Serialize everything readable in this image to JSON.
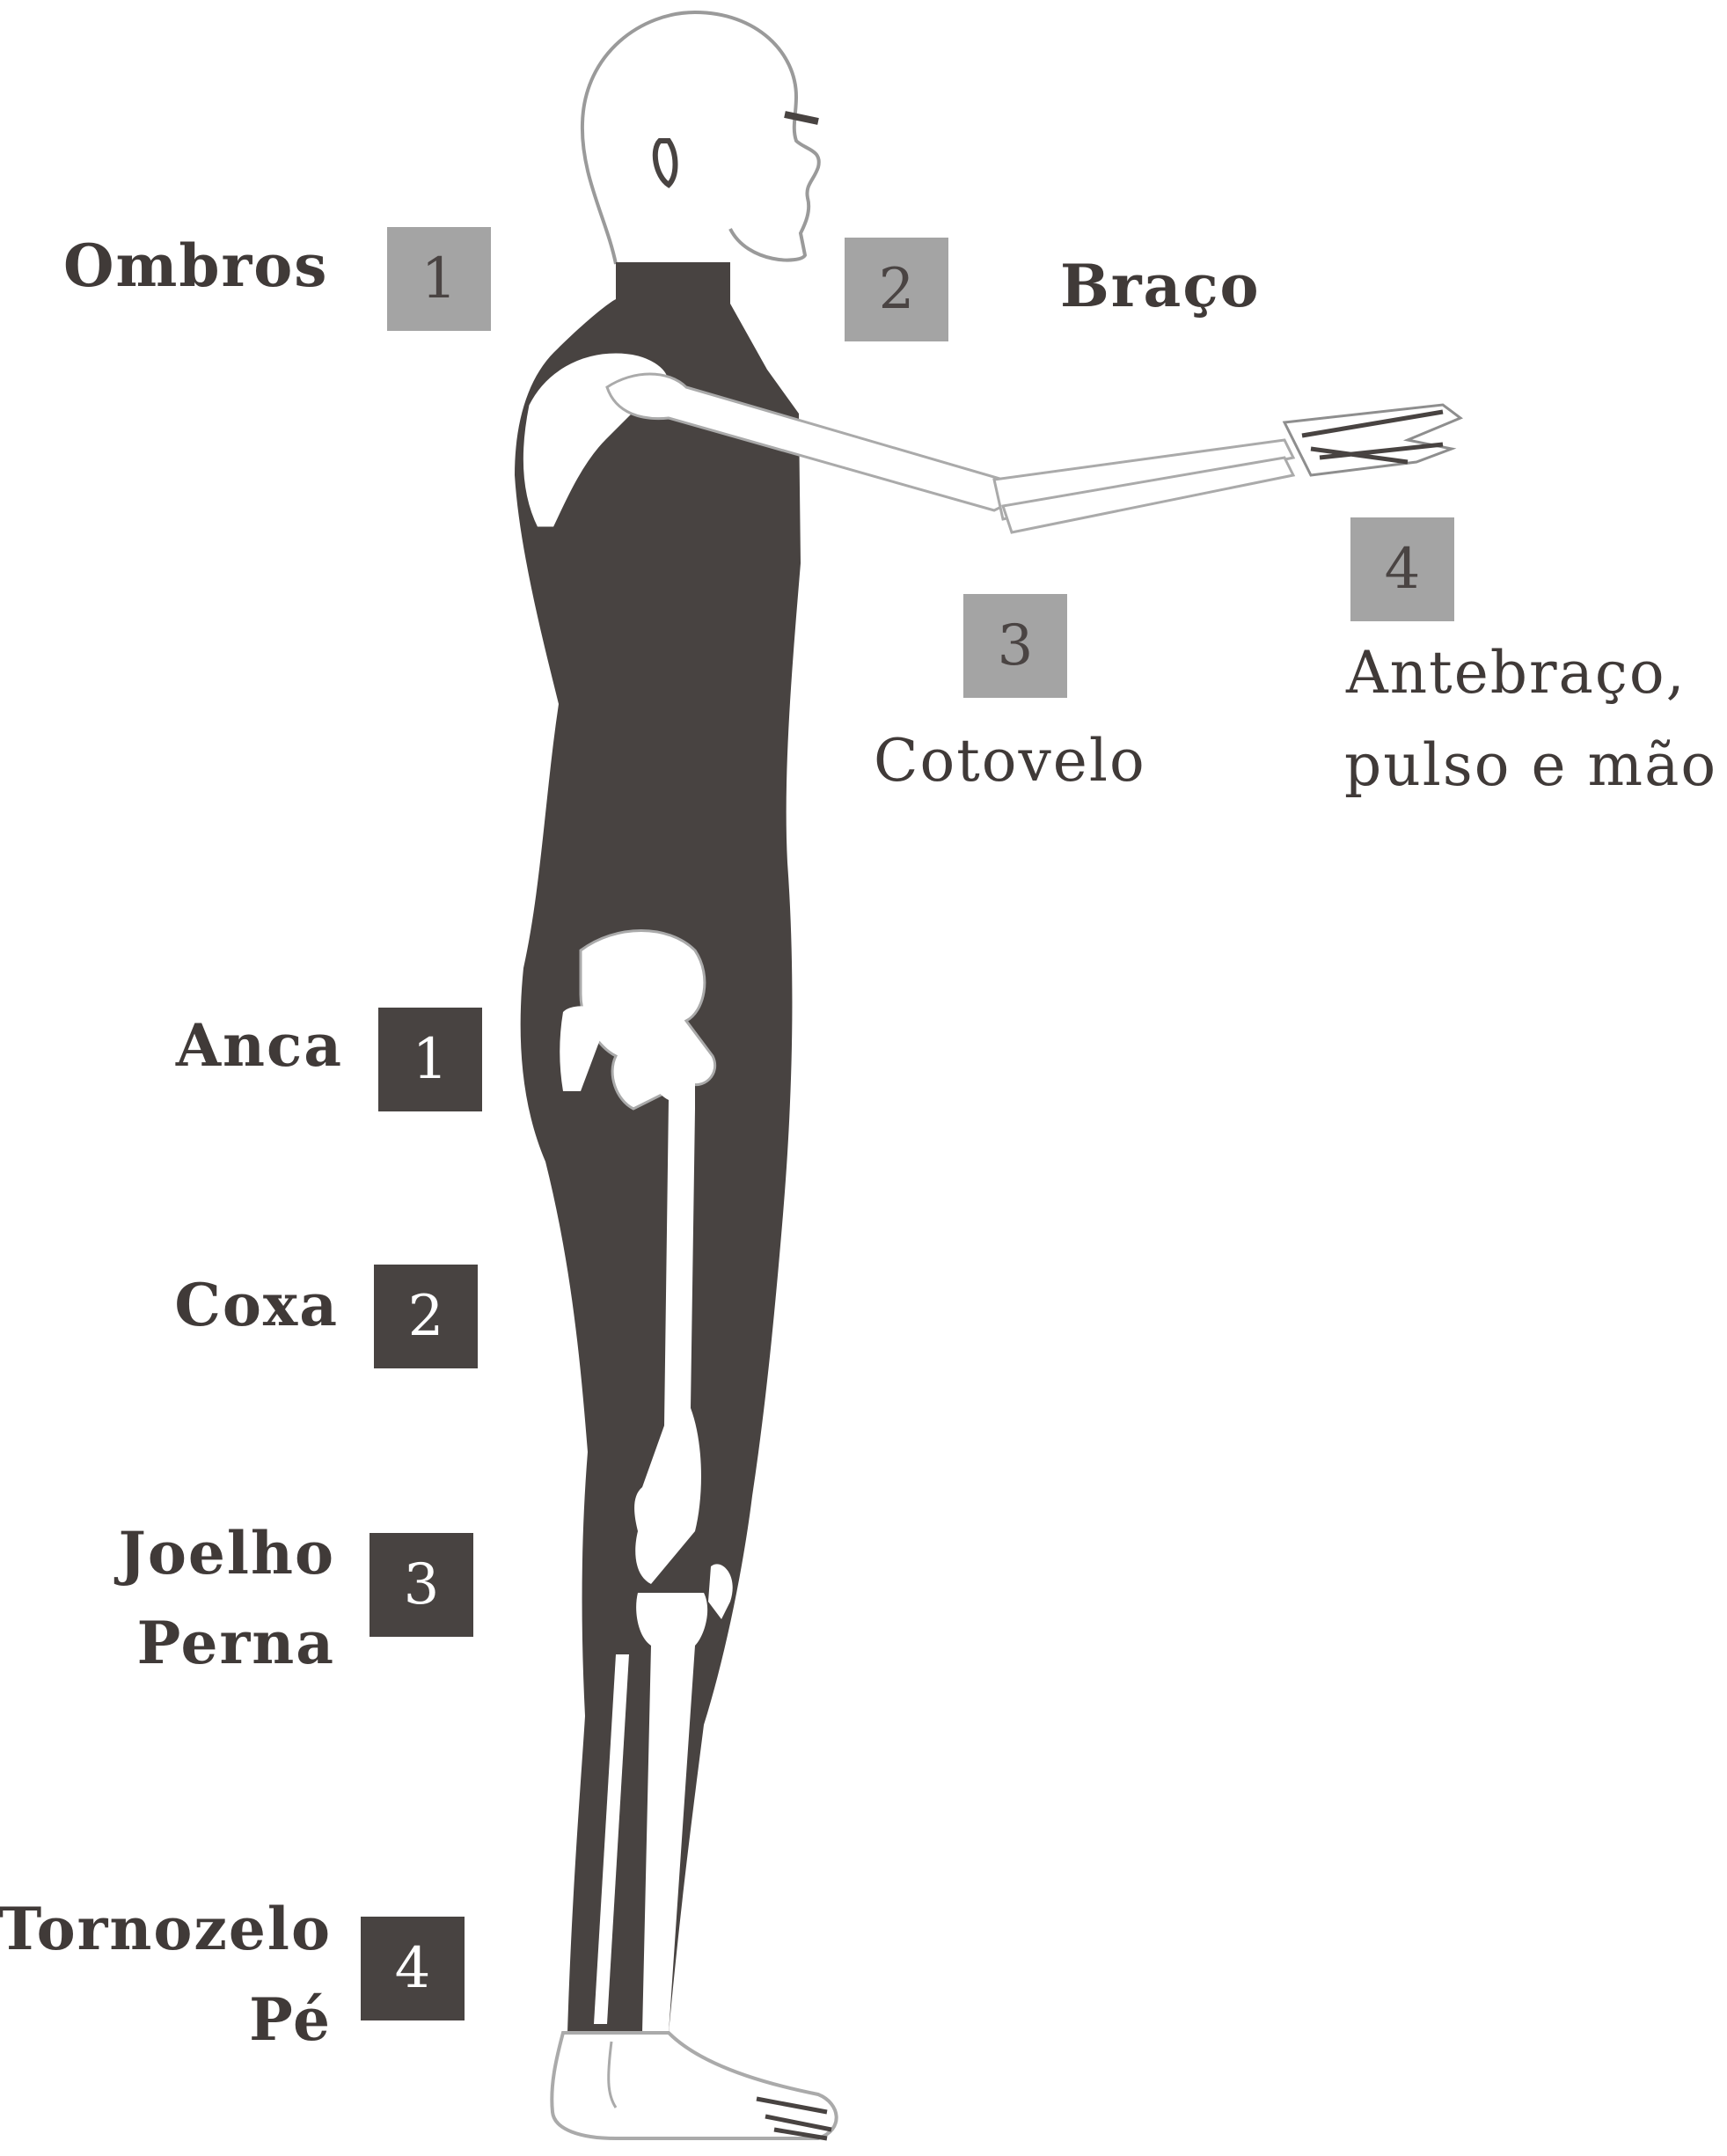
{
  "upper_limb": [
    {
      "number": "1",
      "label": "Ombros"
    },
    {
      "number": "2",
      "label": "Braço"
    },
    {
      "number": "3",
      "label": "Cotovelo"
    },
    {
      "number": "4",
      "label_line1": "Antebraço,",
      "label_line2": "pulso e mão"
    }
  ],
  "lower_limb": [
    {
      "number": "1",
      "label": "Anca"
    },
    {
      "number": "2",
      "label": "Coxa"
    },
    {
      "number": "3",
      "label_line1": "Joelho",
      "label_line2": "Perna"
    },
    {
      "number": "4",
      "label_line1": "Tornozelo",
      "label_line2": "Pé"
    }
  ],
  "colors": {
    "body_silhouette": "#484341",
    "bone": "#ffffff",
    "upper_box": "#a4a4a4",
    "lower_box": "#484341",
    "text": "#403a38"
  }
}
